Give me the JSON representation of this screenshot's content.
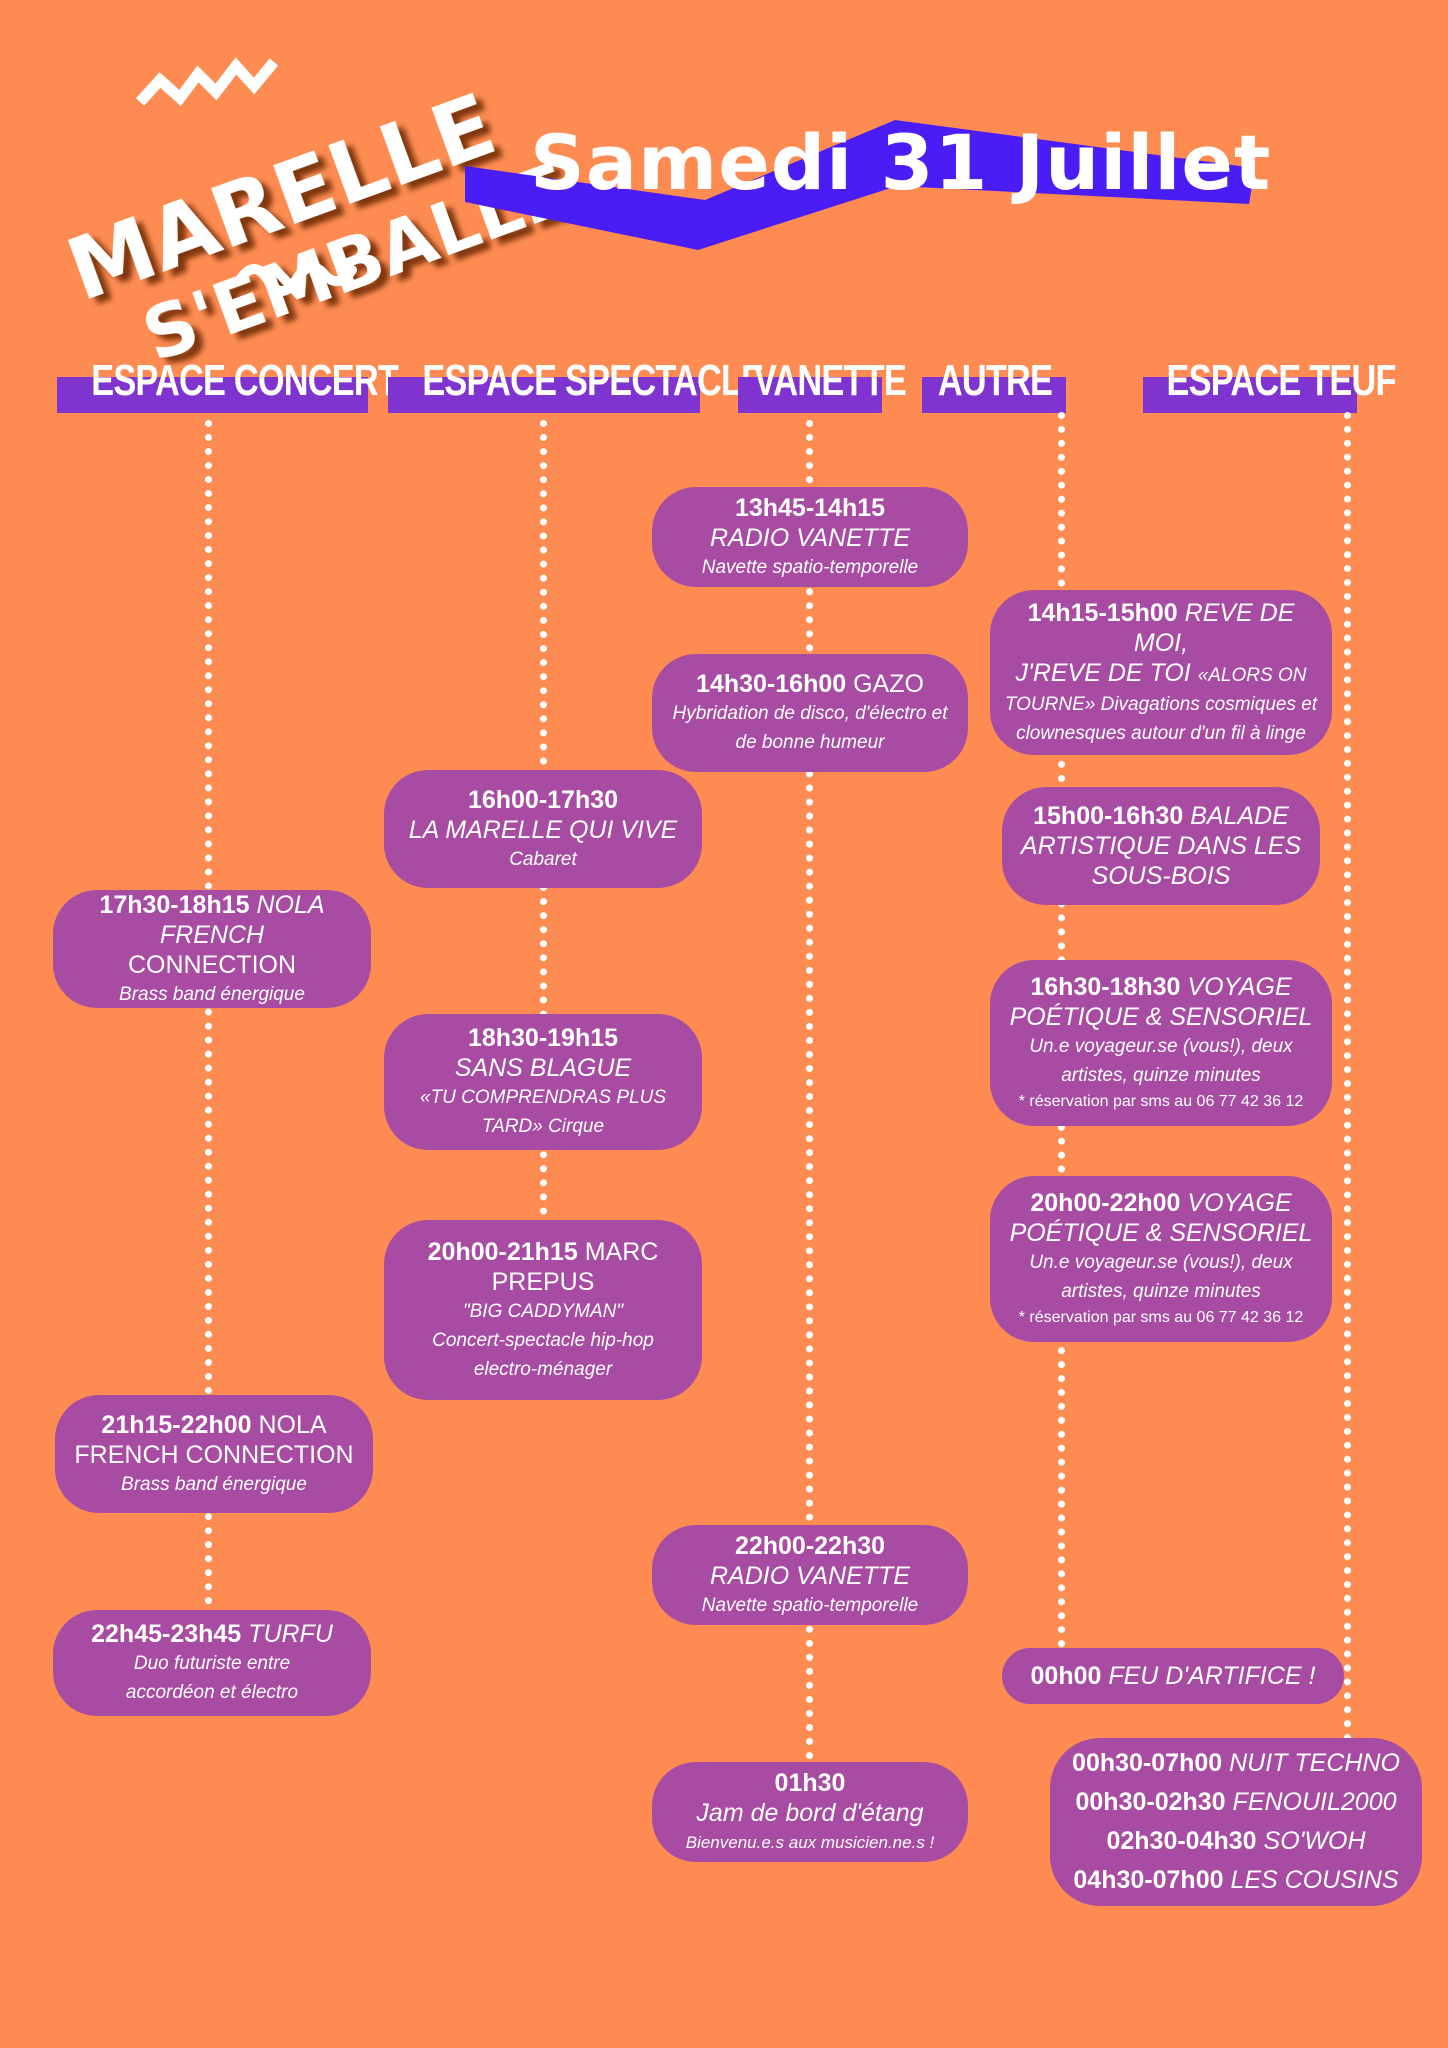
{
  "logo": {
    "line1": "MARELLE",
    "line2": "S'EMBALLE"
  },
  "header": {
    "title": "Samedi 31 Juillet"
  },
  "colors": {
    "background": "#FE8C52",
    "header_bar": "#7F34D0",
    "banner": "#4A1CF6",
    "pill": "#A84BA2",
    "text": "#FFFFFF"
  },
  "columns": {
    "concert": "ESPACE CONCERT",
    "spectacle": "ESPACE SPECTACLE",
    "vanette": "VANETTE",
    "autre": "AUTRE",
    "teuf": "ESPACE TEUF"
  },
  "events": {
    "radio1": {
      "time": "13h45-14h15",
      "name": "RADIO VANETTE",
      "desc": "Navette spatio-temporelle"
    },
    "gazo": {
      "time": "14h30-16h00",
      "name": "GAZO",
      "desc1": "Hybridation de disco, d'électro et",
      "desc2": "de bonne humeur"
    },
    "reve": {
      "time": "14h15-15h00",
      "name1": "REVE DE MOI,",
      "name2": "J'REVE DE TOI",
      "desc1": "«ALORS ON",
      "desc2": "TOURNE» Divagations cosmiques et",
      "desc3": "clownesques autour d'un fil à linge"
    },
    "marelle": {
      "time": "16h00-17h30",
      "name": "LA MARELLE QUI VIVE",
      "desc": "Cabaret"
    },
    "balade": {
      "time": "15h00-16h30",
      "name1": "BALADE",
      "name2": "ARTISTIQUE DANS LES",
      "name3": "SOUS-BOIS"
    },
    "nola1": {
      "time": "17h30-18h15",
      "name1": "NOLA FRENCH",
      "name2": "CONNECTION",
      "desc": "Brass band énergique"
    },
    "voyage1": {
      "time": "16h30-18h30",
      "name1": "VOYAGE",
      "name2": "POÉTIQUE & SENSORIEL",
      "desc1": "Un.e voyageur.se (vous!), deux",
      "desc2": "artistes, quinze minutes",
      "note": "* réservation par sms au 06 77 42 36 12"
    },
    "sansblague": {
      "time": "18h30-19h15",
      "name": "SANS BLAGUE",
      "desc1": "«TU COMPRENDRAS PLUS",
      "desc2": "TARD» Cirque"
    },
    "voyage2": {
      "time": "20h00-22h00",
      "name1": "VOYAGE",
      "name2": "POÉTIQUE & SENSORIEL",
      "desc1": "Un.e voyageur.se (vous!), deux",
      "desc2": "artistes, quinze minutes",
      "note": "* réservation par sms au 06 77 42 36 12"
    },
    "marc": {
      "time": "20h00-21h15",
      "name1": "MARC",
      "name2": "PREPUS",
      "desc1": "\"BIG CADDYMAN\"",
      "desc2": "Concert-spectacle hip-hop",
      "desc3": "electro-ménager"
    },
    "nola2": {
      "time": "21h15-22h00",
      "name1": "NOLA",
      "name2": "FRENCH CONNECTION",
      "desc": "Brass band énergique"
    },
    "radio2": {
      "time": "22h00-22h30",
      "name": "RADIO VANETTE",
      "desc": "Navette spatio-temporelle"
    },
    "turfu": {
      "time": "22h45-23h45",
      "name": "TURFU",
      "desc1": "Duo futuriste entre",
      "desc2": "accordéon et électro"
    },
    "feu": {
      "time": "00h00",
      "name": "FEU D'ARTIFICE !"
    },
    "jam": {
      "time": "01h30",
      "name": "Jam de bord d'étang",
      "desc": "Bienvenu.e.s aux musicien.ne.s !"
    },
    "techno": [
      {
        "time": "00h30-07h00",
        "name": "NUIT TECHNO"
      },
      {
        "time": "00h30-02h30",
        "name": "FENOUIL2000"
      },
      {
        "time": "02h30-04h30",
        "name": "SO'WOH"
      },
      {
        "time": "04h30-07h00",
        "name": "LES COUSINS"
      }
    ]
  }
}
